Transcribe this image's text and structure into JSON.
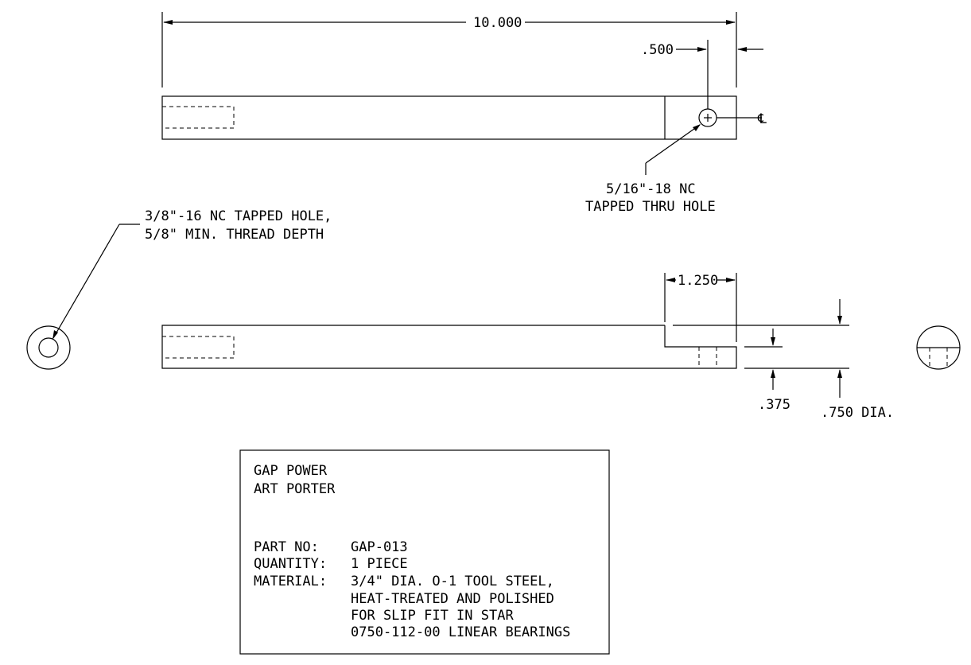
{
  "dimensions": {
    "overall_length": "10.000",
    "hole_offset": ".500",
    "step_length": "1.250",
    "step_depth": ".375",
    "diameter": ".750 DIA."
  },
  "notes": {
    "centerline_symbol": "℄",
    "thru_hole_line1": "5/16\"-18 NC",
    "thru_hole_line2": "TAPPED THRU HOLE",
    "tapped_hole_line1": "3/8\"-16 NC TAPPED HOLE,",
    "tapped_hole_line2": "5/8\" MIN. THREAD DEPTH"
  },
  "title_block": {
    "company": "GAP POWER",
    "designer": "ART PORTER",
    "part_no_label": "PART NO:",
    "part_no_value": "GAP-013",
    "quantity_label": "QUANTITY:",
    "quantity_value": "1 PIECE",
    "material_label": "MATERIAL:",
    "material_lines": [
      "3/4\" DIA. O-1 TOOL STEEL,",
      "HEAT-TREATED AND POLISHED",
      "FOR SLIP FIT IN STAR",
      "0750-112-00 LINEAR BEARINGS"
    ]
  }
}
